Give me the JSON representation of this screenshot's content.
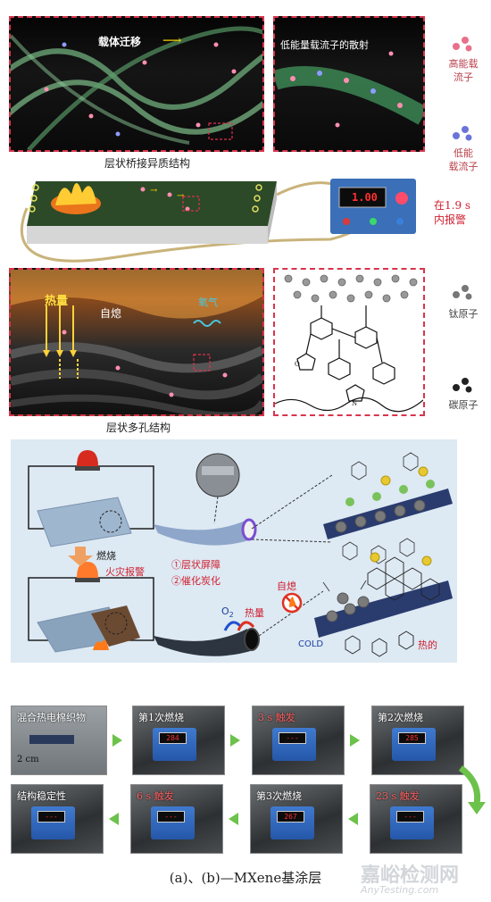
{
  "panel_a": {
    "top_left_label": "载体迁移",
    "top_right_label": "低能量载流子的散射",
    "top_caption": "层状桥接异质结构",
    "bottom_caption": "层状多孔结构",
    "heat_label": "热量",
    "self_ext_label": "自熄",
    "oxygen_label": "氧气",
    "alarm_label": "在1.9 s\n内报警",
    "device_reading": "1.00",
    "legend": [
      {
        "label": "高能载\n流子",
        "color": "#e8708a"
      },
      {
        "label": "低能\n载流子",
        "color": "#6a74d8"
      },
      {
        "label": "钛原子",
        "color": "#777777"
      },
      {
        "label": "碳原子",
        "color": "#222222"
      }
    ]
  },
  "panel_b": {
    "burn_label": "燃烧",
    "alarm_label": "火灾报警",
    "mech_1": "①层状屏障",
    "mech_2": "②催化炭化",
    "self_ext_label": "自熄",
    "oxygen_label": "O",
    "oxygen_sub": "2",
    "heat_label": "热量",
    "cold_label": "COLD",
    "hot_label": "热的"
  },
  "panel_c": {
    "photos": [
      {
        "label": "混合热电棉织物",
        "sub": "2 cm"
      },
      {
        "label": "第1次燃烧",
        "reading": "284"
      },
      {
        "label": "3 s 触发",
        "reading": "---"
      },
      {
        "label": "第2次燃烧",
        "reading": "285"
      },
      {
        "label": "结构稳定性",
        "reading": "---"
      },
      {
        "label": "6 s 触发",
        "reading": "---"
      },
      {
        "label": "第3次燃烧",
        "reading": "267"
      },
      {
        "label": "23 s 触发",
        "reading": "---"
      }
    ]
  },
  "figure_caption": "(a)、(b)—MXene基涂层",
  "watermark": {
    "cn": "嘉峪检测网",
    "en": "AnyTesting.com"
  }
}
